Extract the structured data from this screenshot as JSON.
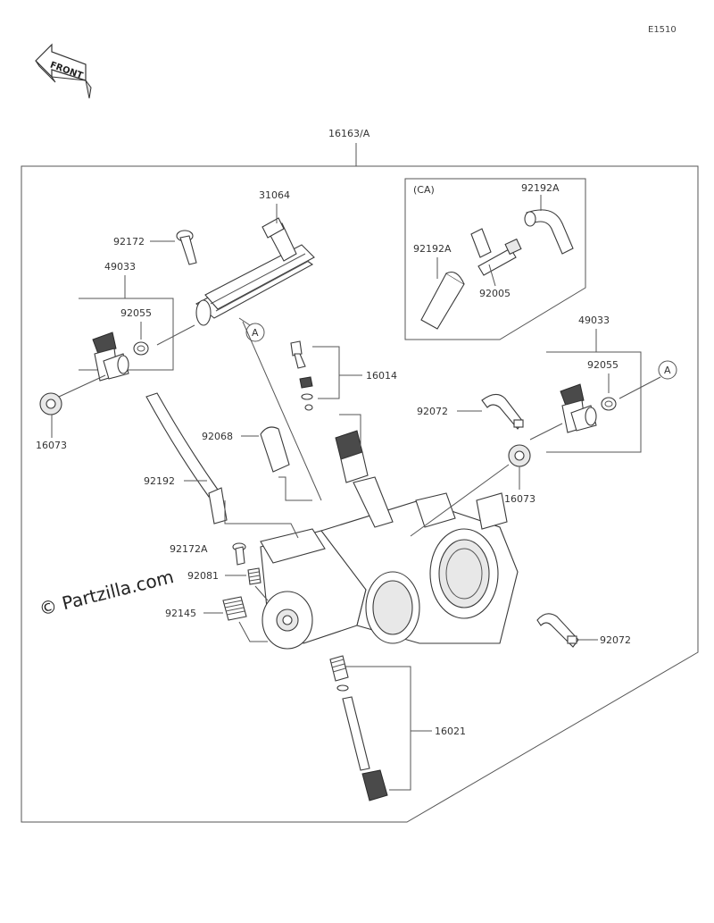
{
  "diagram_code": "E1510",
  "front_label": "FRONT",
  "watermark": "© Partzilla.com",
  "assembly_label": "16163/A",
  "inset_label": "(CA)",
  "ref_marker": "A",
  "parts": {
    "p31064": "31064",
    "p92172": "92172",
    "p49033_left": "49033",
    "p92055_left": "92055",
    "p16073_left": "16073",
    "p16014": "16014",
    "p92068": "92068",
    "p92192": "92192",
    "p92172A": "92172A",
    "p92081": "92081",
    "p92145": "92145",
    "p16021": "16021",
    "p92192A_top": "92192A",
    "p92192A_left": "92192A",
    "p92005": "92005",
    "p49033_right": "49033",
    "p92055_right": "92055",
    "p92072_top": "92072",
    "p16073_right": "16073",
    "p92072_bottom": "92072"
  }
}
